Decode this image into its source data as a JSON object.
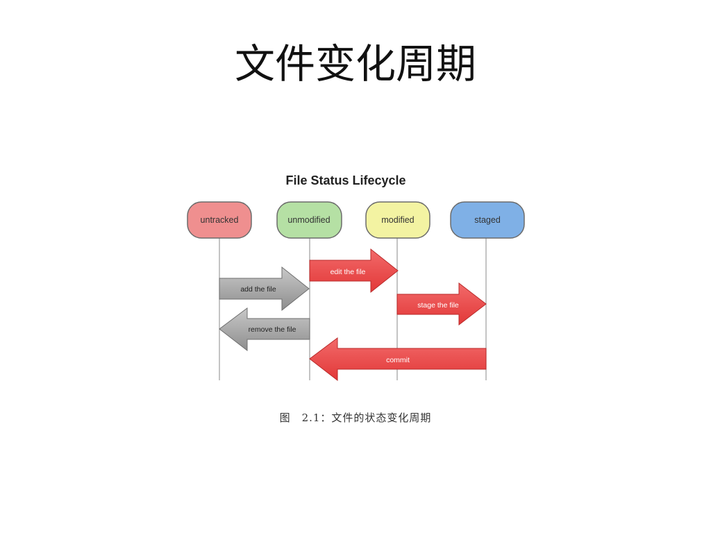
{
  "slide": {
    "title": "文件变化周期"
  },
  "diagram": {
    "title": "File Status Lifecycle",
    "states": [
      {
        "label": "untracked",
        "fill": "#ef8f8f",
        "stroke": "#6b6b6b"
      },
      {
        "label": "unmodified",
        "fill": "#b5e0a4",
        "stroke": "#6b6b6b"
      },
      {
        "label": "modified",
        "fill": "#f3f3a2",
        "stroke": "#6b6b6b"
      },
      {
        "label": "staged",
        "fill": "#7fb0e6",
        "stroke": "#6b6b6b"
      }
    ],
    "transitions": [
      {
        "label": "add the file",
        "from": "untracked",
        "to": "unmodified",
        "color": "#9a9a9a"
      },
      {
        "label": "edit the file",
        "from": "unmodified",
        "to": "modified",
        "color": "#e84545"
      },
      {
        "label": "stage the file",
        "from": "modified",
        "to": "staged",
        "color": "#e84545"
      },
      {
        "label": "remove the file",
        "from": "unmodified",
        "to": "untracked",
        "color": "#9a9a9a"
      },
      {
        "label": "commit",
        "from": "staged",
        "to": "unmodified",
        "color": "#e84545"
      }
    ]
  },
  "caption": "图　2.1：文件的状态变化周期"
}
